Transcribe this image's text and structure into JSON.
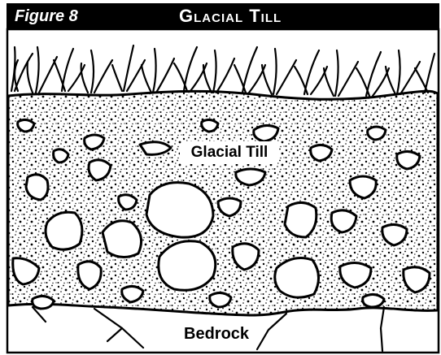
{
  "figure": {
    "label": "Figure 8",
    "title": "Glacial Till"
  },
  "labels": {
    "till": "Glacial Till",
    "bedrock": "Bedrock"
  },
  "colors": {
    "ink": "#000000",
    "paper": "#ffffff"
  },
  "layers": [
    "grass",
    "glacial-till",
    "bedrock"
  ]
}
